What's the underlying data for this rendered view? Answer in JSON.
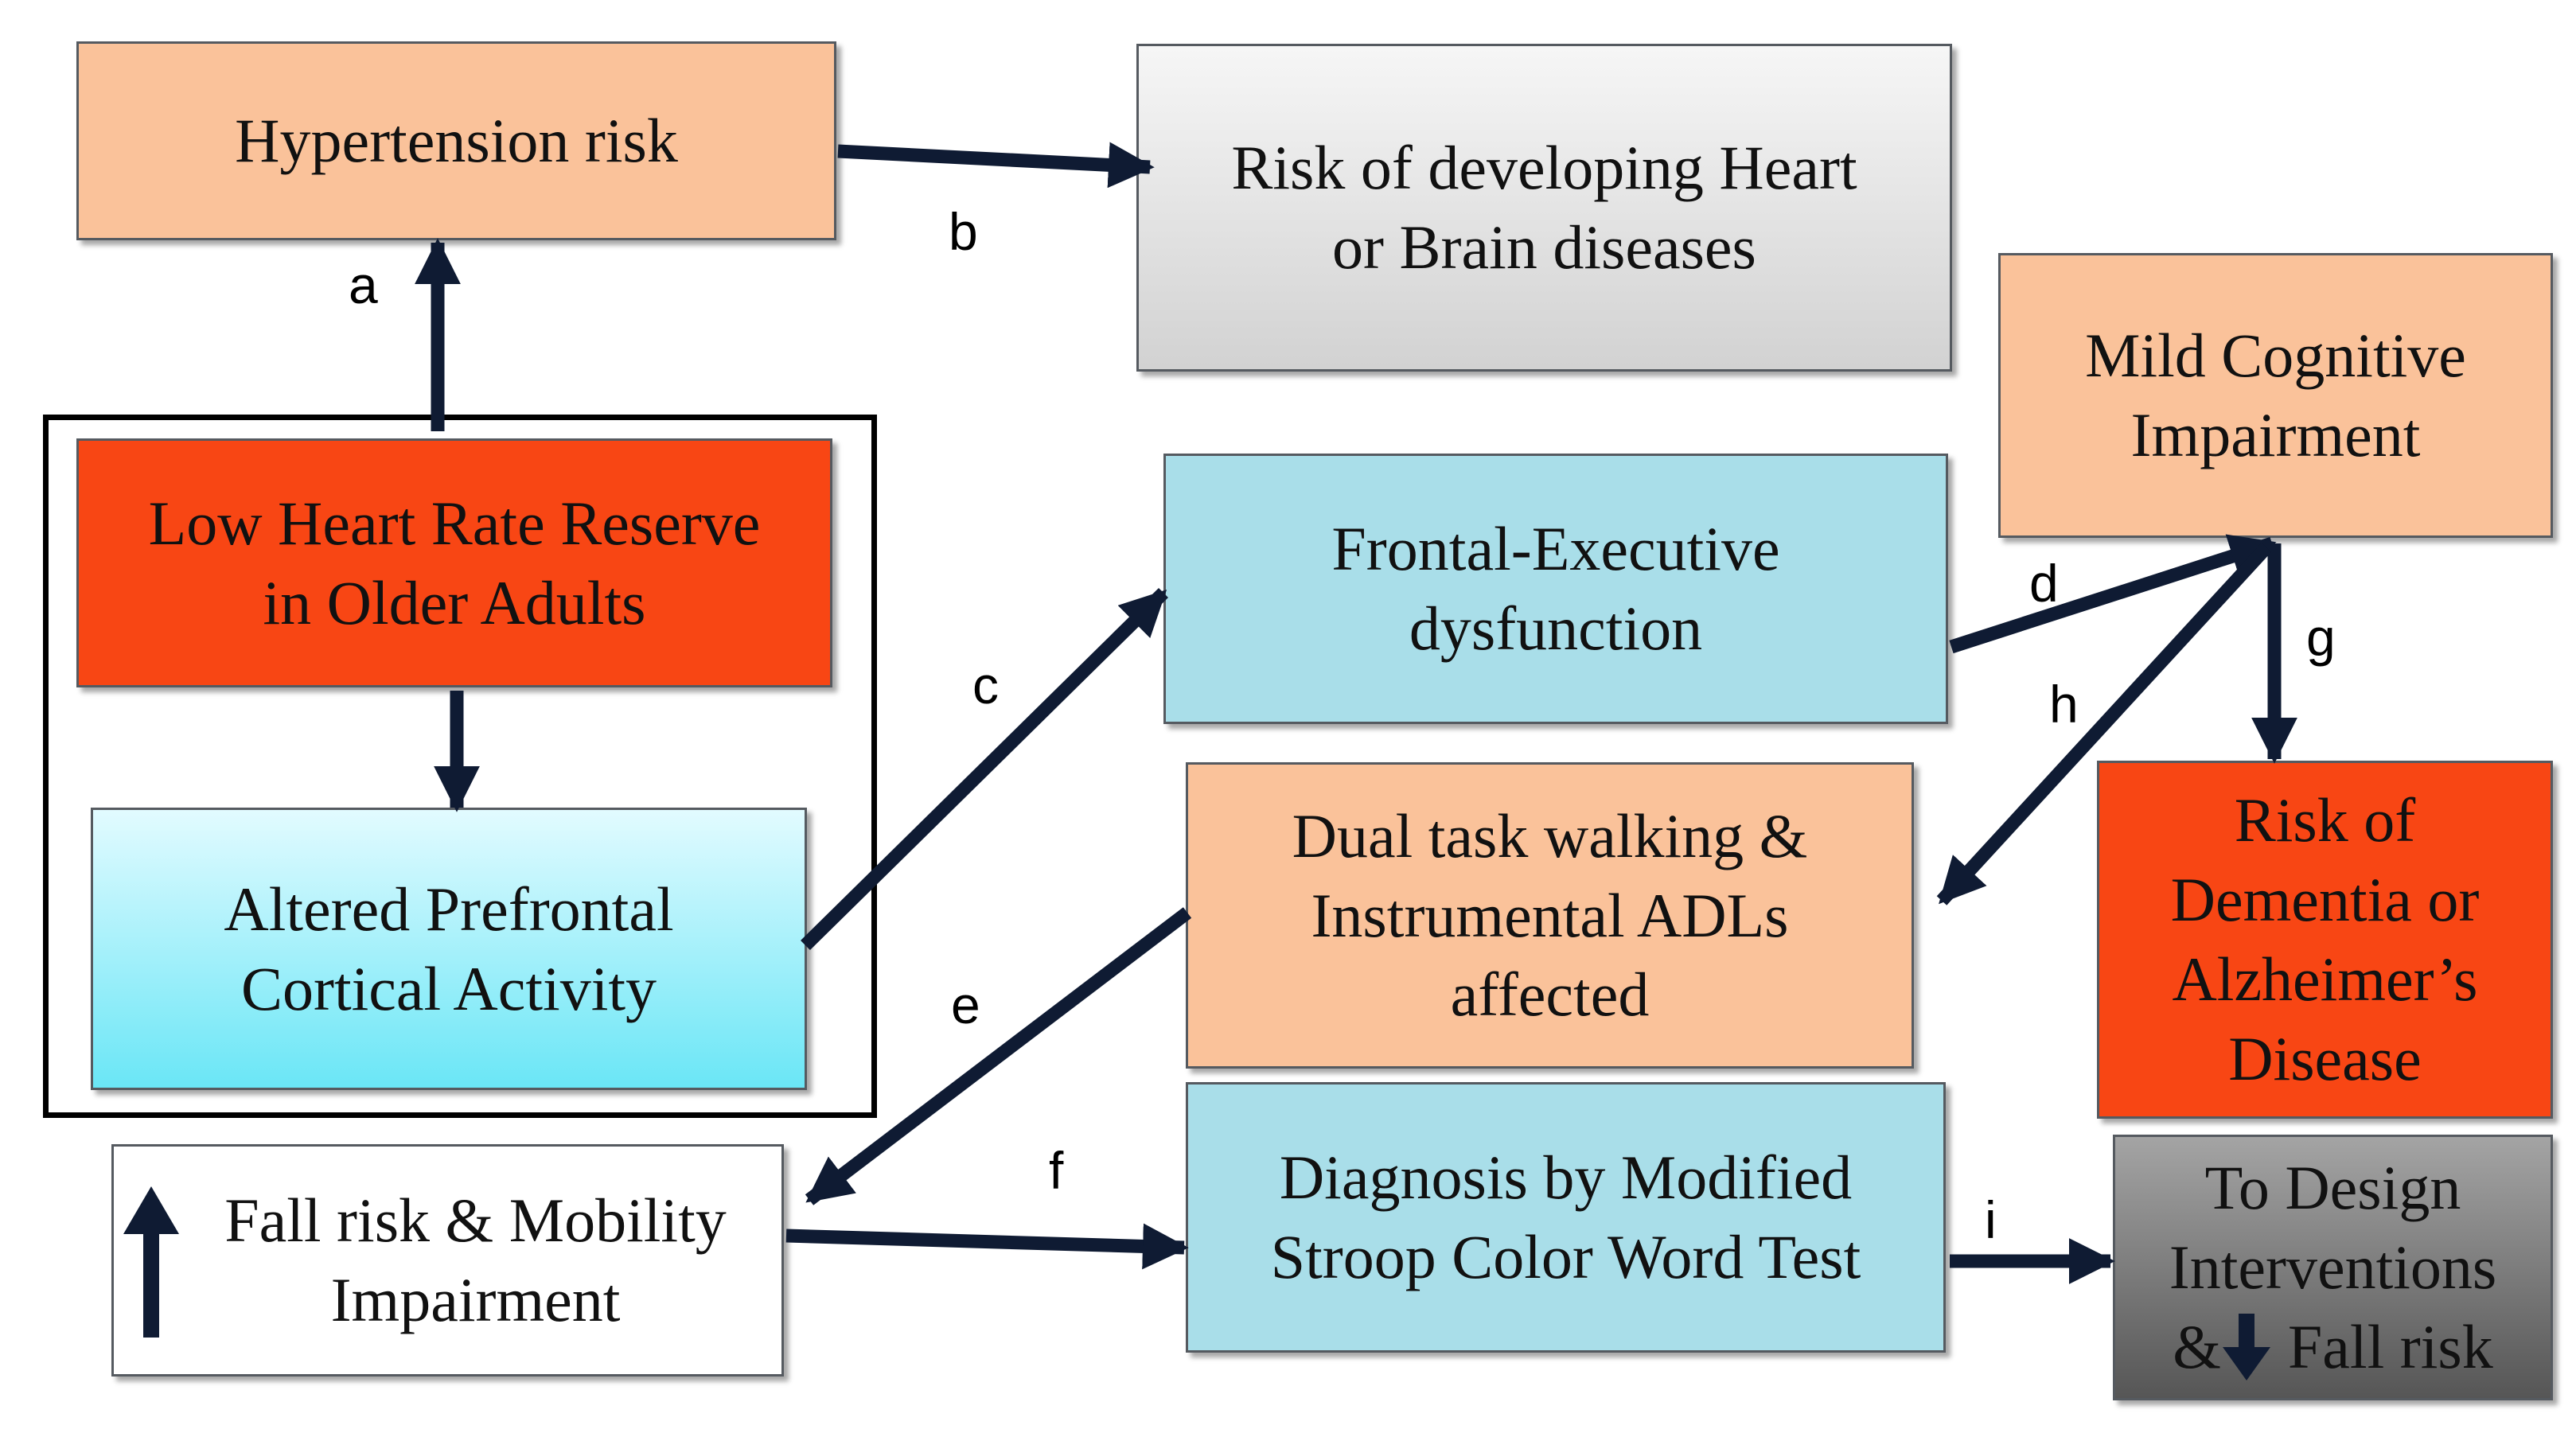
{
  "diagram": {
    "nodes": {
      "hypertension": "Hypertension risk",
      "heart_brain": "Risk of developing Heart\nor Brain diseases",
      "mild_cognitive": "Mild Cognitive\nImpairment",
      "low_hrr": "Low Heart Rate Reserve\nin Older Adults",
      "frontal_exec": "Frontal-Executive\ndysfunction",
      "dual_task": "Dual task walking &\nInstrumental ADLs\naffected",
      "dementia": "Risk of\nDementia or\nAlzheimer’s\nDisease",
      "altered_pfc": "Altered Prefrontal\nCortical Activity",
      "fall_risk": "Fall risk & Mobility\nImpairment",
      "stroop": "Diagnosis by Modified\nStroop Color Word Test",
      "interventions_line1": "To Design",
      "interventions_line2": "Interventions",
      "interventions_line3": "Fall risk",
      "interventions_amp": "&"
    },
    "edge_labels": {
      "a": "a",
      "b": "b",
      "c": "c",
      "d": "d",
      "e": "e",
      "f": "f",
      "g": "g",
      "h": "h",
      "i": "i"
    },
    "colors": {
      "peach": "#fac29a",
      "gray_light": "#f6f6f6",
      "light_blue": "#a9dee9",
      "red_orange": "#f84614",
      "cyan": "#6ae6f6",
      "dark_gray": "#565656",
      "arrow": "#0f1b33",
      "frame": "#000000"
    }
  }
}
